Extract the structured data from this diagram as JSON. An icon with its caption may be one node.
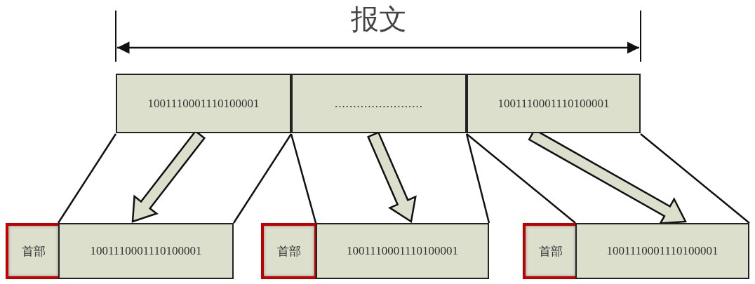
{
  "diagram": {
    "title": "报文",
    "nodes": [
      {
        "text": [
          "1001110001110100001"
        ]
      },
      {
        "text": [
          "........................"
        ]
      },
      {
        "text": [
          "1001110001110100001"
        ]
      },
      {
        "text": [
          "首部"
        ]
      },
      {
        "text": [
          "1001110001110100001"
        ]
      },
      {
        "text": [
          "首部"
        ]
      },
      {
        "text": [
          "1001110001110100001"
        ]
      },
      {
        "text": [
          "首部"
        ]
      },
      {
        "text": [
          "1001110001110100001"
        ]
      }
    ],
    "edges": [
      {
        "from": 0,
        "to": 4,
        "arrow": "none"
      },
      {
        "from": 0,
        "to": 4,
        "arrow": "none"
      },
      {
        "from": 1,
        "to": 6,
        "arrow": "none"
      },
      {
        "from": 1,
        "to": 6,
        "arrow": "none"
      },
      {
        "from": 2,
        "to": 8,
        "arrow": "none"
      },
      {
        "from": 2,
        "to": 8,
        "arrow": "none"
      },
      {
        "from": 0,
        "to": 4,
        "arrow": "to",
        "style": "thick"
      },
      {
        "from": 1,
        "to": 6,
        "arrow": "to",
        "style": "thick"
      },
      {
        "from": 2,
        "to": 8,
        "arrow": "to",
        "style": "thick"
      }
    ]
  }
}
